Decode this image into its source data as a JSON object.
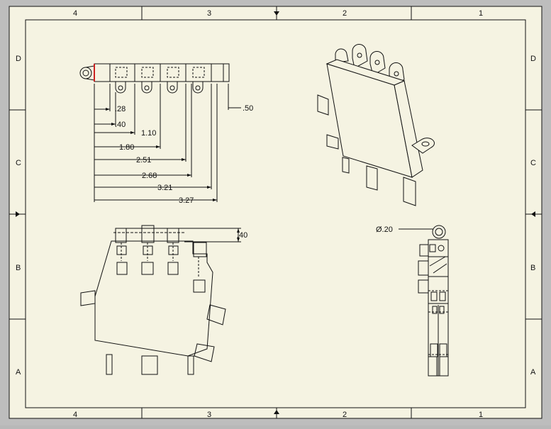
{
  "sheet": {
    "zones_columns": [
      "4",
      "3",
      "2",
      "1"
    ],
    "zones_rows": [
      "D",
      "C",
      "B",
      "A"
    ],
    "colors": {
      "paper": "#f5f3e2",
      "outer": "#bdbdbd",
      "line": "#111111",
      "accent": "#cc2222"
    }
  },
  "top_view": {
    "dimensions": [
      ".28",
      ".40",
      "1.10",
      "1.80",
      "2.51",
      "2.68",
      "3.21",
      "3.27"
    ],
    "height_dim": ".50"
  },
  "front_view": {
    "height_dim": ".40"
  },
  "side_view": {
    "hole_dim": "Ø.20"
  }
}
